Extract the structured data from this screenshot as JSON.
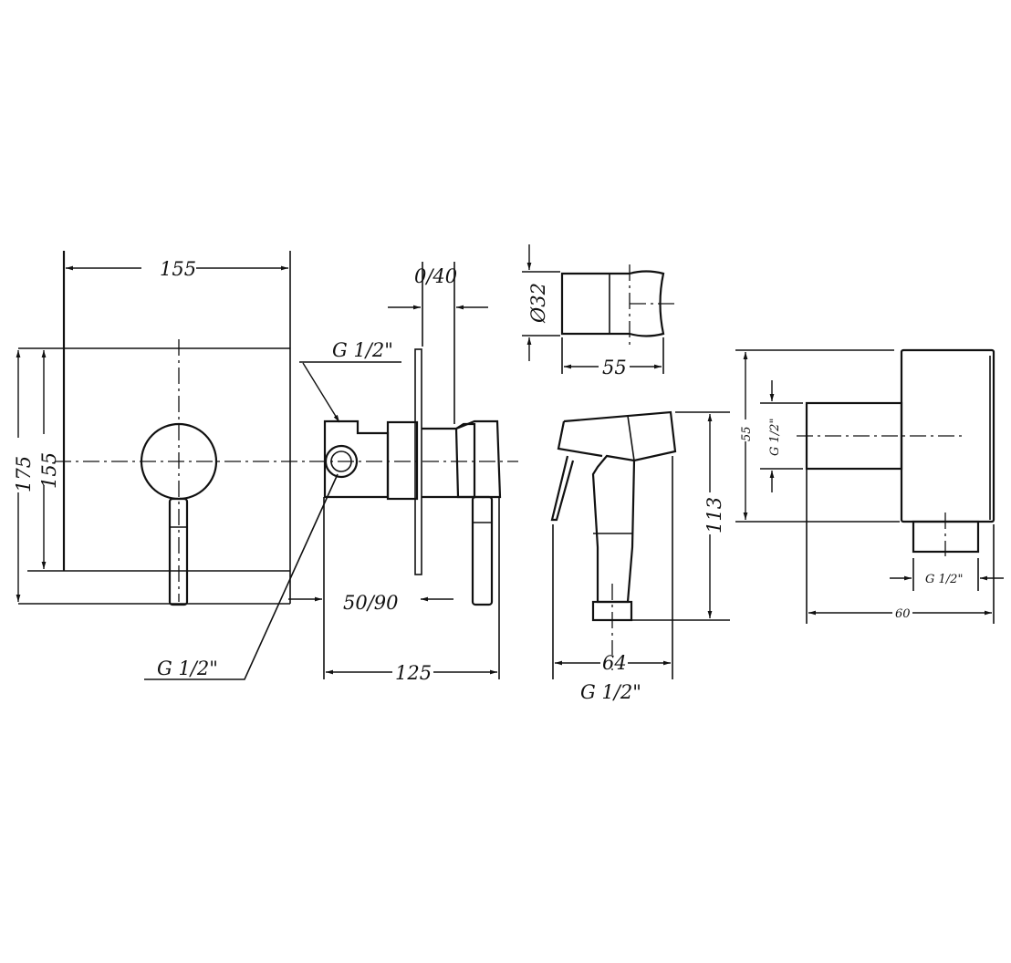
{
  "views": {
    "front": {
      "width": "155",
      "height_outer": "175",
      "height_inner": "155",
      "inlet": "G 1/2\""
    },
    "side": {
      "inlet": "G 1/2\"",
      "adjust_plate": "0/40",
      "depth_adjust": "50/90",
      "depth": "125"
    },
    "holder": {
      "diameter": "Ø32",
      "length": "55"
    },
    "hand_shower": {
      "height": "113",
      "width": "64",
      "thread": "G 1/2\""
    },
    "elbow": {
      "height": "55",
      "inlet": "G 1/2\"",
      "outlet": "G 1/2\"",
      "depth": "60"
    }
  }
}
